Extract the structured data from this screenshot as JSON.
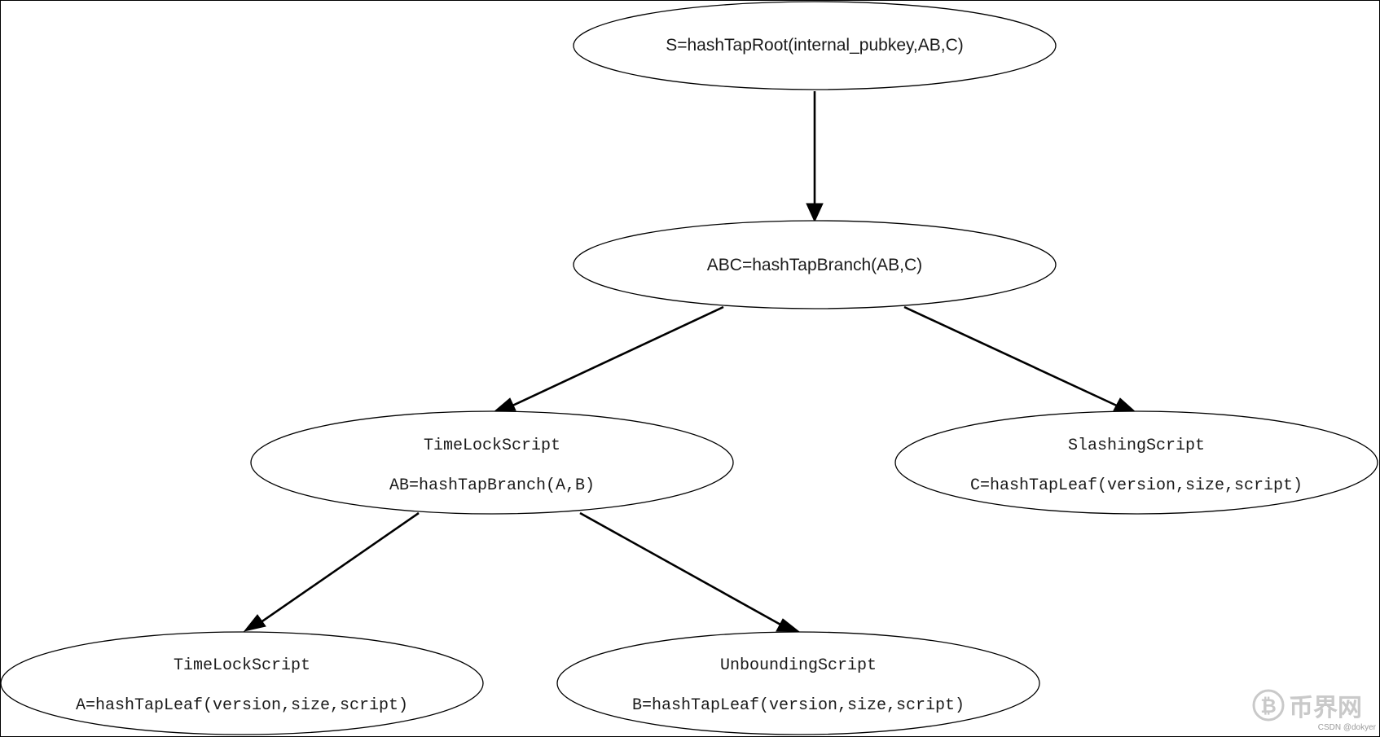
{
  "diagram": {
    "type": "taproot-merkle-tree",
    "nodes": {
      "root": {
        "line1": "S=hashTapRoot(internal_pubkey,AB,C)"
      },
      "abc": {
        "line1": "ABC=hashTapBranch(AB,C)"
      },
      "ab": {
        "title": "TimeLockScript",
        "line2": "AB=hashTapBranch(A,B)"
      },
      "c": {
        "title": "SlashingScript",
        "line2": "C=hashTapLeaf(version,size,script)"
      },
      "a": {
        "title": "TimeLockScript",
        "line2": "A=hashTapLeaf(version,size,script)"
      },
      "b": {
        "title": "UnboundingScript",
        "line2": "B=hashTapLeaf(version,size,script)"
      }
    },
    "edges": [
      {
        "from": "root",
        "to": "abc"
      },
      {
        "from": "abc",
        "to": "ab"
      },
      {
        "from": "abc",
        "to": "c"
      },
      {
        "from": "ab",
        "to": "a"
      },
      {
        "from": "ab",
        "to": "b"
      }
    ]
  },
  "watermark": {
    "logo_text": "币界网",
    "credit": "CSDN @dokyer",
    "icon": "bitcoin-circle-icon"
  }
}
